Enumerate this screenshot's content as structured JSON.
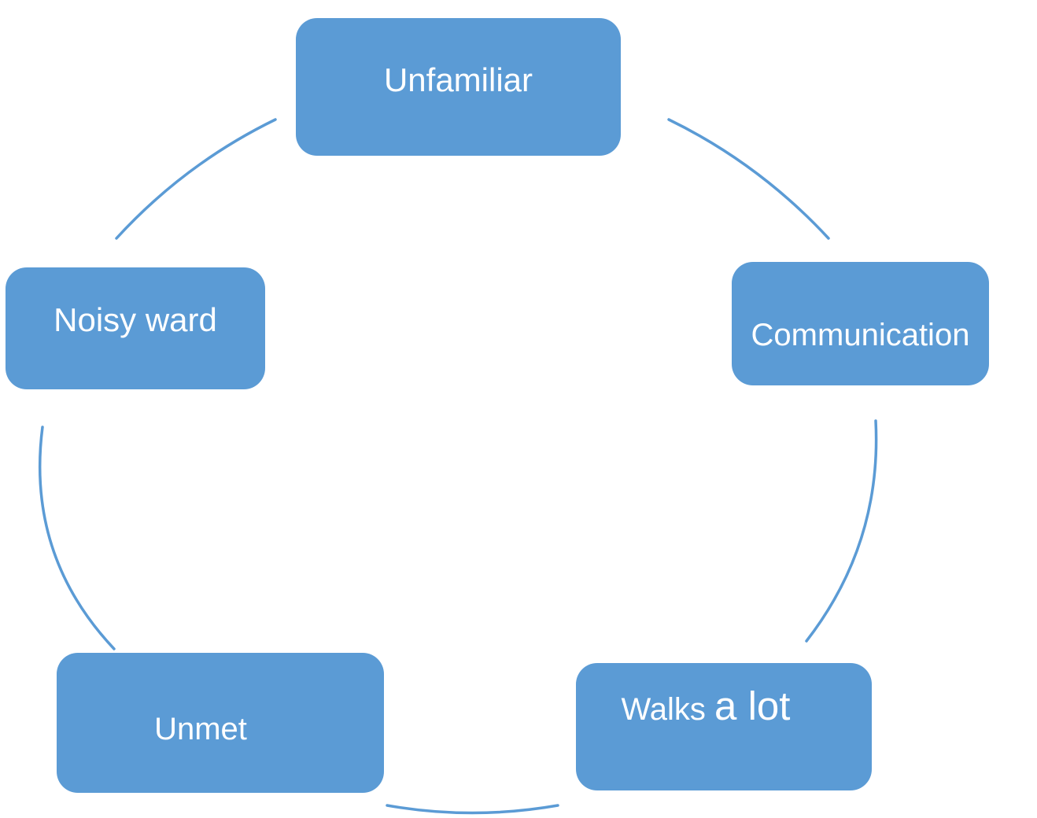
{
  "diagram": {
    "type": "cycle",
    "description": "Five-node basic cycle diagram with rounded rectangle shapes connected by thin curved arcs",
    "nodes": [
      {
        "id": "unfamiliar",
        "label": "Unfamiliar"
      },
      {
        "id": "communication",
        "label": "Communication"
      },
      {
        "id": "walks-a-lot",
        "label": "Walks a lot",
        "label_runs": [
          {
            "text": "Walks ",
            "size": "normal"
          },
          {
            "text": "a lot",
            "size": "large"
          }
        ]
      },
      {
        "id": "unmet",
        "label": "Unmet"
      },
      {
        "id": "noisy-ward",
        "label": "Noisy ward"
      }
    ],
    "connectors": [
      {
        "from": "noisy-ward",
        "to": "unfamiliar"
      },
      {
        "from": "unfamiliar",
        "to": "communication"
      },
      {
        "from": "communication",
        "to": "walks-a-lot"
      },
      {
        "from": "walks-a-lot",
        "to": "unmet"
      },
      {
        "from": "unmet",
        "to": "noisy-ward"
      }
    ],
    "colors": {
      "node_fill": "#5b9bd5",
      "connector_stroke": "#5b9bd5",
      "label_text": "#ffffff",
      "background": "#ffffff"
    }
  }
}
